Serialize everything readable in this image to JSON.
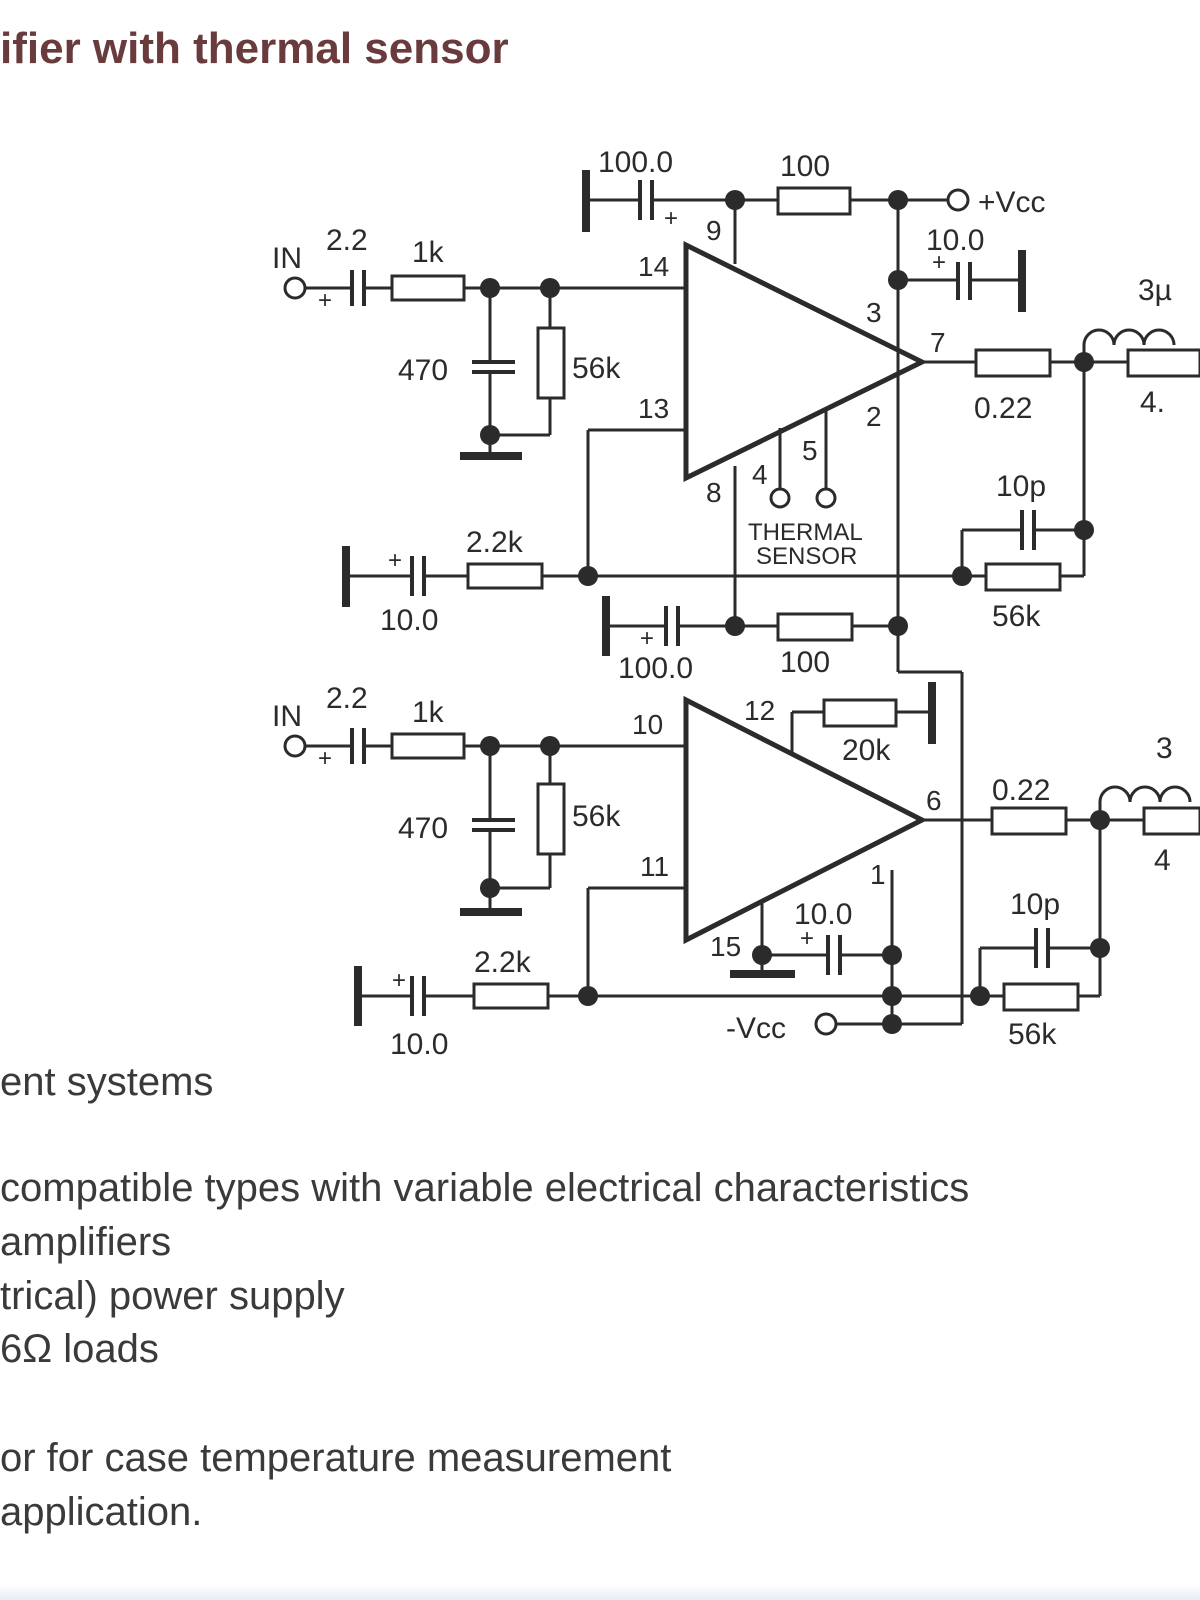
{
  "title": "ifier  with thermal sensor",
  "schematic": {
    "labels": {
      "in_top": "IN",
      "in_bottom": "IN",
      "vcc_pos": "+Vcc",
      "vcc_neg": "-Vcc",
      "thermal_line1": "THERMAL",
      "thermal_line2": "SENSOR",
      "plus": "+",
      "out_inductor_top": "3µ",
      "out_resistor_top": "4.",
      "out_inductor_bottom": "3",
      "out_resistor_bottom": "4"
    },
    "components": {
      "c_in_top": "2.2",
      "r_in_top": "1k",
      "c_shunt_top": "470",
      "r_bias_top": "56k",
      "c_fb_top": "10.0",
      "r_fb_top": "2.2k",
      "c_boot_top": "100.0",
      "r_boot_top": "100",
      "c_vcc": "10.0",
      "r_out_top": "0.22",
      "c_comp_top": "10p",
      "r_comp_top": "56k",
      "c_mid": "100.0",
      "r_mid": "100",
      "c_in_bottom": "2.2",
      "r_in_bottom": "1k",
      "c_shunt_bottom": "470",
      "r_bias_bottom": "56k",
      "r_12": "20k",
      "r_out_bottom": "0.22",
      "c_comp_bottom": "10p",
      "r_comp_bottom": "56k",
      "c_15": "10.0",
      "c_fb_bottom": "10.0",
      "r_fb_bottom": "2.2k"
    },
    "pins": {
      "p14": "14",
      "p13": "13",
      "p9": "9",
      "p3": "3",
      "p7": "7",
      "p2": "2",
      "p4": "4",
      "p5": "5",
      "p8": "8",
      "p10": "10",
      "p11": "11",
      "p12": "12",
      "p6": "6",
      "p1": "1",
      "p15": "15"
    }
  },
  "text_lines": [
    "ent systems",
    "compatible types with variable electrical characteristics",
    "  amplifiers",
    "trical) power supply",
    "6Ω loads",
    "or for case temperature measurement",
    "  application."
  ]
}
